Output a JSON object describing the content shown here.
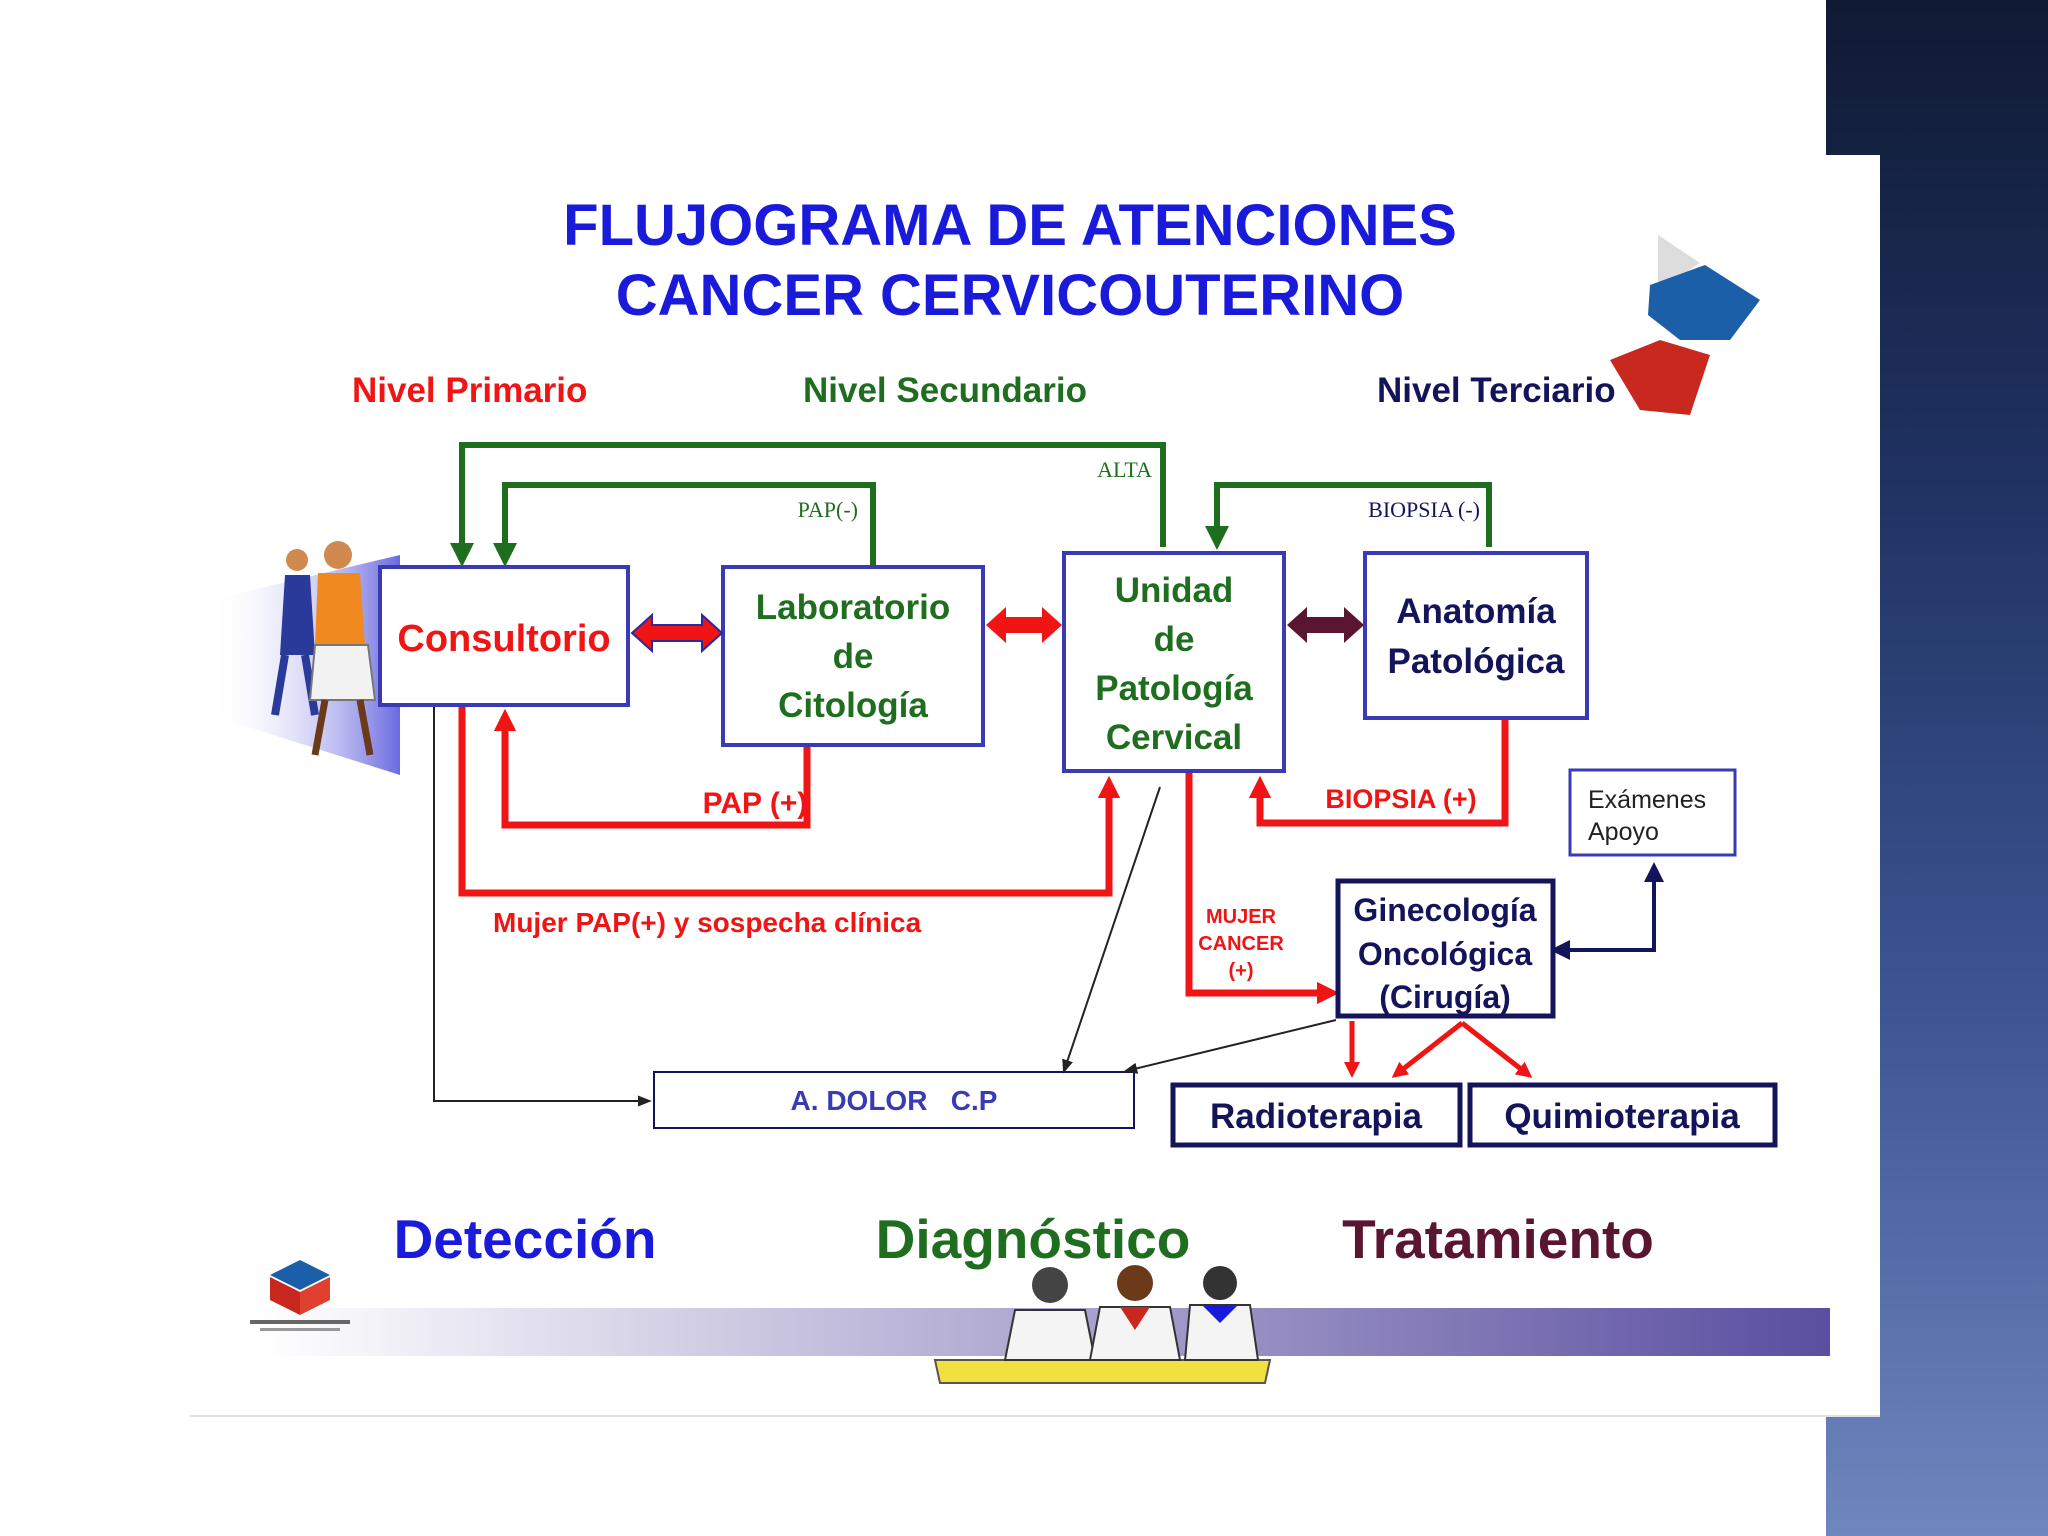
{
  "title": {
    "line1": "FLUJOGRAMA DE ATENCIONES",
    "line2": "CANCER CERVICOUTERINO"
  },
  "levels": {
    "primary": "Nivel Primario",
    "secondary": "Nivel Secundario",
    "tertiary": "Nivel Terciario"
  },
  "nodes": {
    "consultorio": "Consultorio",
    "laboratorio": [
      "Laboratorio",
      "de",
      "Citología"
    ],
    "unidad": [
      "Unidad",
      "de",
      "Patología",
      "Cervical"
    ],
    "anatomia": [
      "Anatomía",
      "Patológica"
    ],
    "examenes": [
      "Exámenes",
      "Apoyo"
    ],
    "ginecologia": [
      "Ginecología",
      "Oncológica",
      "(Cirugía)"
    ],
    "radioterapia": "Radioterapia",
    "quimioterapia": "Quimioterapia",
    "dolor": "A. DOLOR   C.P"
  },
  "edges": {
    "alta": "ALTA",
    "pap_neg": "PAP(-)",
    "biopsia_neg": "BIOPSIA (-)",
    "pap_pos": "PAP (+)",
    "biopsia_pos": "BIOPSIA (+)",
    "mujer_pap": "Mujer PAP(+)  y sospecha clínica",
    "mujer_cancer": [
      "MUJER",
      "CANCER",
      "(+)"
    ]
  },
  "stages": {
    "deteccion": "Detección",
    "diagnostico": "Diagnóstico",
    "tratamiento": "Tratamiento"
  },
  "colors": {
    "title_blue": "#1a1adb",
    "red": "#f01414",
    "green": "#1f6e1f",
    "navy": "#14145a",
    "box_border": "#3a3ab4",
    "maroon": "#5a1530"
  }
}
